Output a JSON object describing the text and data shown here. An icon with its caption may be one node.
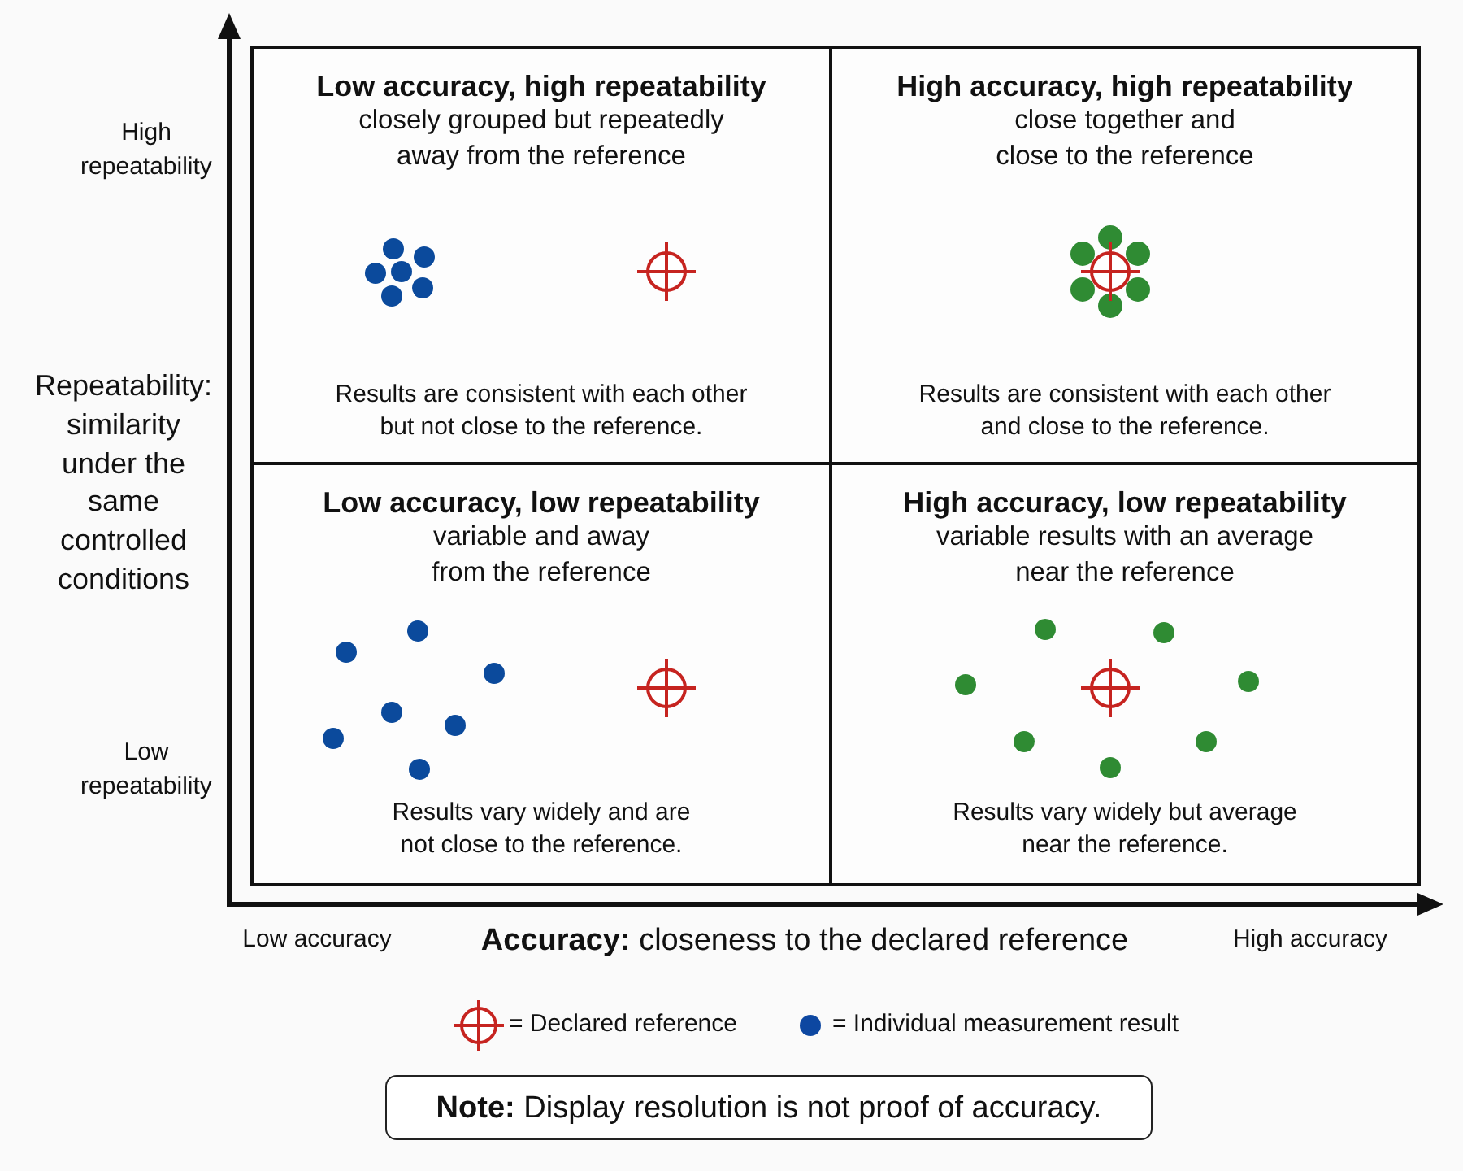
{
  "diagram": {
    "nodes": [
      {
        "text": [
          "Low accuracy, high repeatability",
          "closely grouped but repeatedly away from the reference",
          "Results are consistent with each other but not close to the reference."
        ]
      },
      {
        "text": [
          "High accuracy, high repeatability",
          "close together and close to the reference",
          "Results are consistent with each other and close to the reference."
        ]
      },
      {
        "text": [
          "Low accuracy, low repeatability",
          "variable and away from the reference",
          "Results vary widely and are not close to the reference."
        ]
      },
      {
        "text": [
          "High accuracy, low repeatability",
          "variable results with an average near the reference",
          "Results vary widely but average near the reference."
        ]
      },
      {
        "text": [
          "**Note:** Display resolution is not proof of accuracy."
        ]
      }
    ],
    "labels": [
      "High repeatability",
      "Repeatability: similarity under the same controlled conditions",
      "Low repeatability",
      "Low accuracy",
      "**Accuracy:** closeness to the declared reference",
      "High accuracy"
    ],
    "legend": [
      {
        "text": "= Declared reference"
      },
      {
        "text": "= Individual measurement result",
        "color": "#0d47a1"
      }
    ]
  }
}
